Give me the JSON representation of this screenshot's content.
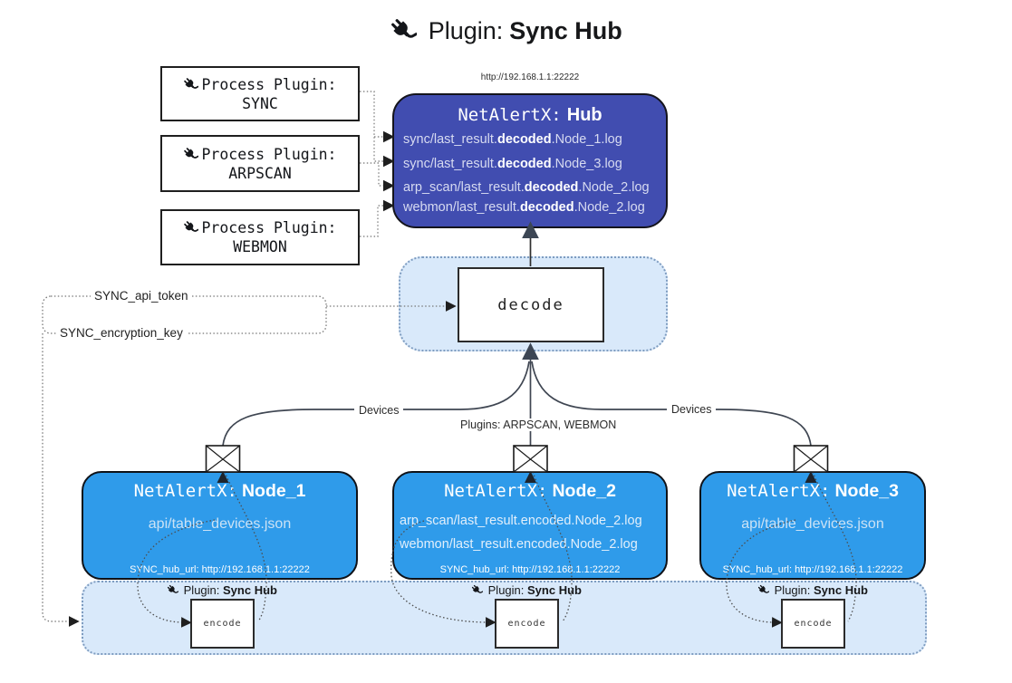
{
  "title": {
    "label": "Plugin:",
    "name": "Sync Hub"
  },
  "process_plugins": [
    {
      "label": "Process Plugin:",
      "name": "SYNC"
    },
    {
      "label": "Process Plugin:",
      "name": "ARPSCAN"
    },
    {
      "label": "Process Plugin:",
      "name": "WEBMON"
    }
  ],
  "hub": {
    "url": "http://192.168.1.1:22222",
    "title_label": "NetAlertX:",
    "title_name": "Hub",
    "logs": [
      {
        "pre": "sync/last_result.",
        "bold": "decoded",
        "post": ".Node_1.log"
      },
      {
        "pre": "sync/last_result.",
        "bold": "decoded",
        "post": ".Node_3.log"
      },
      {
        "pre": "arp_scan/last_result.",
        "bold": "decoded",
        "post": ".Node_2.log"
      },
      {
        "pre": "webmon/last_result.",
        "bold": "decoded",
        "post": ".Node_2.log"
      }
    ]
  },
  "decode_label": "decode",
  "encode_label": "encode",
  "secrets": {
    "api_token": "SYNC_api_token",
    "encryption_key": "SYNC_encryption_key"
  },
  "edges": {
    "devices_left": "Devices",
    "devices_right": "Devices",
    "plugins_middle": "Plugins: ARPSCAN, WEBMON"
  },
  "nodes": [
    {
      "title_label": "NetAlertX:",
      "title_name": "Node_1",
      "lines": [
        "api/table_devices.json"
      ],
      "hub_url": "SYNC_hub_url: http://192.168.1.1:22222"
    },
    {
      "title_label": "NetAlertX:",
      "title_name": "Node_2",
      "lines": [
        "arp_scan/last_result.encoded.Node_2.log",
        "webmon/last_result.encoded.Node_2.log"
      ],
      "hub_url": "SYNC_hub_url: http://192.168.1.1:22222"
    },
    {
      "title_label": "NetAlertX:",
      "title_name": "Node_3",
      "lines": [
        "api/table_devices.json"
      ],
      "hub_url": "SYNC_hub_url: http://192.168.1.1:22222"
    }
  ],
  "sync_plugin": {
    "label": "Plugin:",
    "name": "Sync Hub"
  },
  "colors": {
    "hub": "#414DB0",
    "node": "#2F9BEA",
    "panel": "#D9E9FA",
    "panel_border": "#7E9CC0"
  }
}
